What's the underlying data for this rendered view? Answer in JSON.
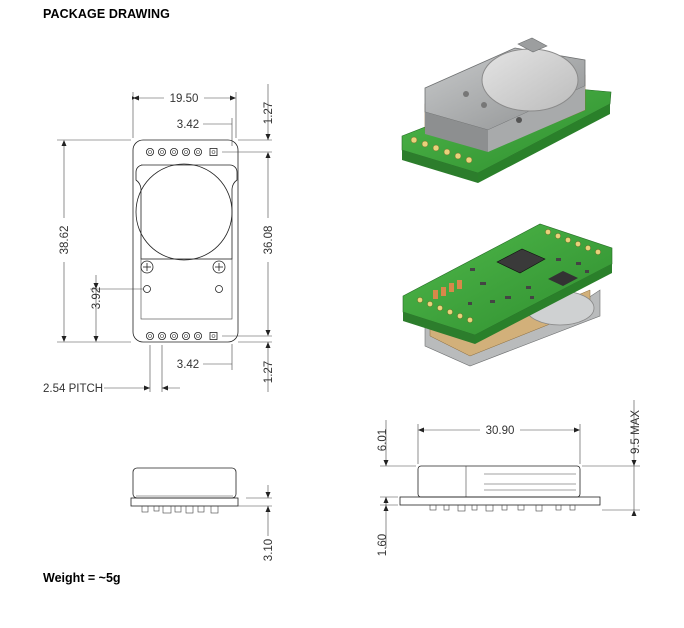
{
  "header": {
    "title": "PACKAGE DRAWING"
  },
  "footer": {
    "weight": "Weight = ~5g"
  },
  "dimensions": {
    "width": "19.50",
    "pin_offset_top": "3.42",
    "edge_top": "1.27",
    "height": "38.62",
    "hole_offset": "3.92",
    "inner_height": "36.08",
    "pin_offset_bottom": "3.42",
    "edge_bottom": "1.27",
    "pitch": "2.54 PITCH",
    "side_length": "30.90",
    "module_height": "6.01",
    "max_height": "9.5 MAX",
    "pcb_thickness": "1.60",
    "pin_length": "3.10"
  },
  "colors": {
    "pcb": "#3aa63a",
    "metal": "#a9abac",
    "body": "#c8a66a"
  }
}
